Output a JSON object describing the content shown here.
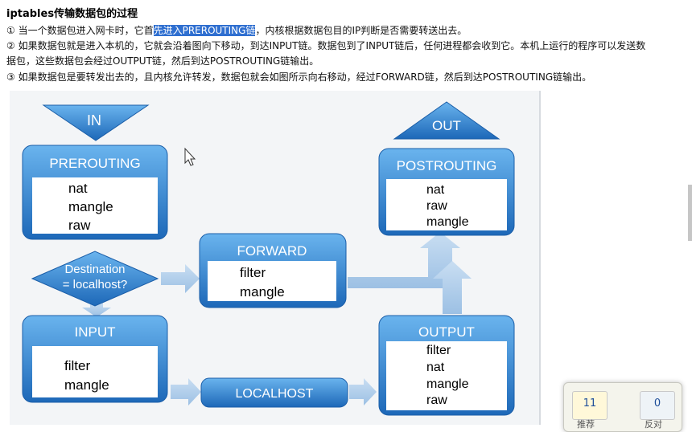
{
  "article": {
    "title": "iptables传输数据包的过程",
    "para1_pre": "① 当一个数据包进入网卡时，它首",
    "para1_hl": "先进入PREROUTING链",
    "para1_post": "，内核根据数据包目的IP判断是否需要转送出去。",
    "para2_line1": "② 如果数据包就是进入本机的，它就会沿着图向下移动，到达INPUT链。数据包到了INPUT链后，任何进程都会收到它。本机上运行的程序可以发送数",
    "para2_line2": "据包，这些数据包会经过OUTPUT链，然后到达POSTROUTING链输出。",
    "para3": "③ 如果数据包是要转发出去的，且内核允许转发，数据包就会如图所示向右移动，经过FORWARD链，然后到达POSTROUTING链输出。"
  },
  "diagram": {
    "in_label": "IN",
    "out_label": "OUT",
    "prerouting": {
      "title": "PREROUTING",
      "items": [
        "nat",
        "mangle",
        "raw"
      ]
    },
    "forward": {
      "title": "FORWARD",
      "items": [
        "filter",
        "mangle"
      ]
    },
    "postrouting": {
      "title": "POSTROUTING",
      "items": [
        "nat",
        "raw",
        "mangle"
      ]
    },
    "input": {
      "title": "INPUT",
      "items": [
        "filter",
        "mangle"
      ]
    },
    "output": {
      "title": "OUTPUT",
      "items": [
        "filter",
        "nat",
        "mangle",
        "raw"
      ]
    },
    "decision_line1": "Destination",
    "decision_line2": "= localhost?",
    "localhost": "LOCALHOST",
    "colors": {
      "box_top": "#5aa3e0",
      "box_bottom": "#1f6fc0",
      "arrow": "#a9c9ea",
      "text": "#ffffff"
    }
  },
  "votes": {
    "up_count": "11",
    "up_label": "推荐",
    "down_count": "0",
    "down_label": "反对"
  }
}
